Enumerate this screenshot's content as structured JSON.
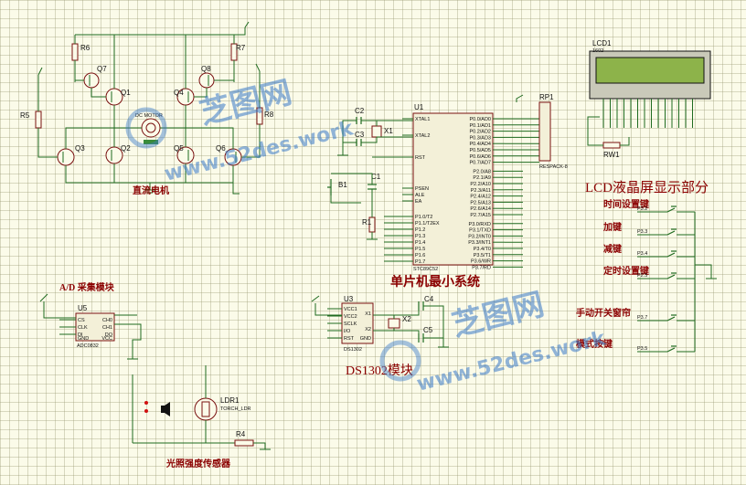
{
  "watermark": {
    "text_cn": "芝图网",
    "url": "www.52des.work"
  },
  "blocks": {
    "motor": "直流电机",
    "lcd": "LCD液晶屏显示部分",
    "mcu": "单片机最小系统",
    "ad": "A/D 采集模块",
    "rtc": "DS1302模块",
    "light": "光照强度传感器"
  },
  "keys": [
    "时间设置键",
    "加键",
    "减键",
    "定时设置键",
    "手动开关窗帘",
    "模式按键"
  ],
  "refs": {
    "r6": "R6",
    "r7": "R7",
    "r5": "R5",
    "r8": "R8",
    "q7": "Q7",
    "q8": "Q8",
    "q1": "Q1",
    "q4": "Q4",
    "q3": "Q3",
    "q2": "Q2",
    "q5": "Q5",
    "q6": "Q6",
    "motor": "DC MOTOR",
    "u1": "U1",
    "u1_part": "STC89C52",
    "c2": "C2",
    "c3": "C3",
    "c1": "C1",
    "x1": "X1",
    "b1": "B1",
    "r1": "R1",
    "rp1": "RP1",
    "rp1_part": "RESPACK-8",
    "lcd1": "LCD1",
    "lcd1_part": "1602",
    "rw1": "RW1",
    "u5": "U5",
    "u5_part": "ADC0832",
    "u3": "U3",
    "u3_part": "DS1302",
    "x2": "X2",
    "c4": "C4",
    "c5": "C5",
    "ldr1": "LDR1",
    "ldr1_part": "TORCH_LDR",
    "r4": "R4"
  },
  "mcu_left": [
    "XTAL1",
    "XTAL2",
    "RST",
    "PSEN",
    "ALE",
    "EA",
    "P1.0/T2",
    "P1.1/T2EX",
    "P1.2",
    "P1.3",
    "P1.4",
    "P1.5",
    "P1.6",
    "P1.7"
  ],
  "mcu_right": [
    "P0.0/AD0",
    "P0.1/AD1",
    "P0.2/AD2",
    "P0.3/AD3",
    "P0.4/AD4",
    "P0.5/AD5",
    "P0.6/AD6",
    "P0.7/AD7",
    "P2.0/A8",
    "P2.1/A9",
    "P2.2/A10",
    "P2.3/A11",
    "P2.4/A12",
    "P2.5/A13",
    "P2.6/A14",
    "P2.7/A15",
    "P3.0/RXD",
    "P3.1/TXD",
    "P3.2/INT0",
    "P3.3/INT1",
    "P3.4/T0",
    "P3.5/T1",
    "P3.6/WR",
    "P3.7/RD"
  ],
  "adc_pins": [
    "CS",
    "CLK",
    "DI",
    "CH0",
    "CH1",
    "DO",
    "GND",
    "VCC"
  ],
  "rtc_pins": [
    "VCC1",
    "VCC2",
    "GND",
    "X1",
    "X2",
    "SCLK",
    "I/O",
    "RST"
  ],
  "key_ports": [
    "P3.2",
    "P3.3",
    "P3.4",
    "P2.5",
    "P3.7",
    "P3.5"
  ],
  "colors": {
    "wire": "#1f6b1f",
    "component": "#7a1010",
    "label": "#8b0000",
    "lcd_screen": "#8db34a",
    "grid_bg": "#fbfbe9",
    "watermark": "#3a7ac8"
  }
}
